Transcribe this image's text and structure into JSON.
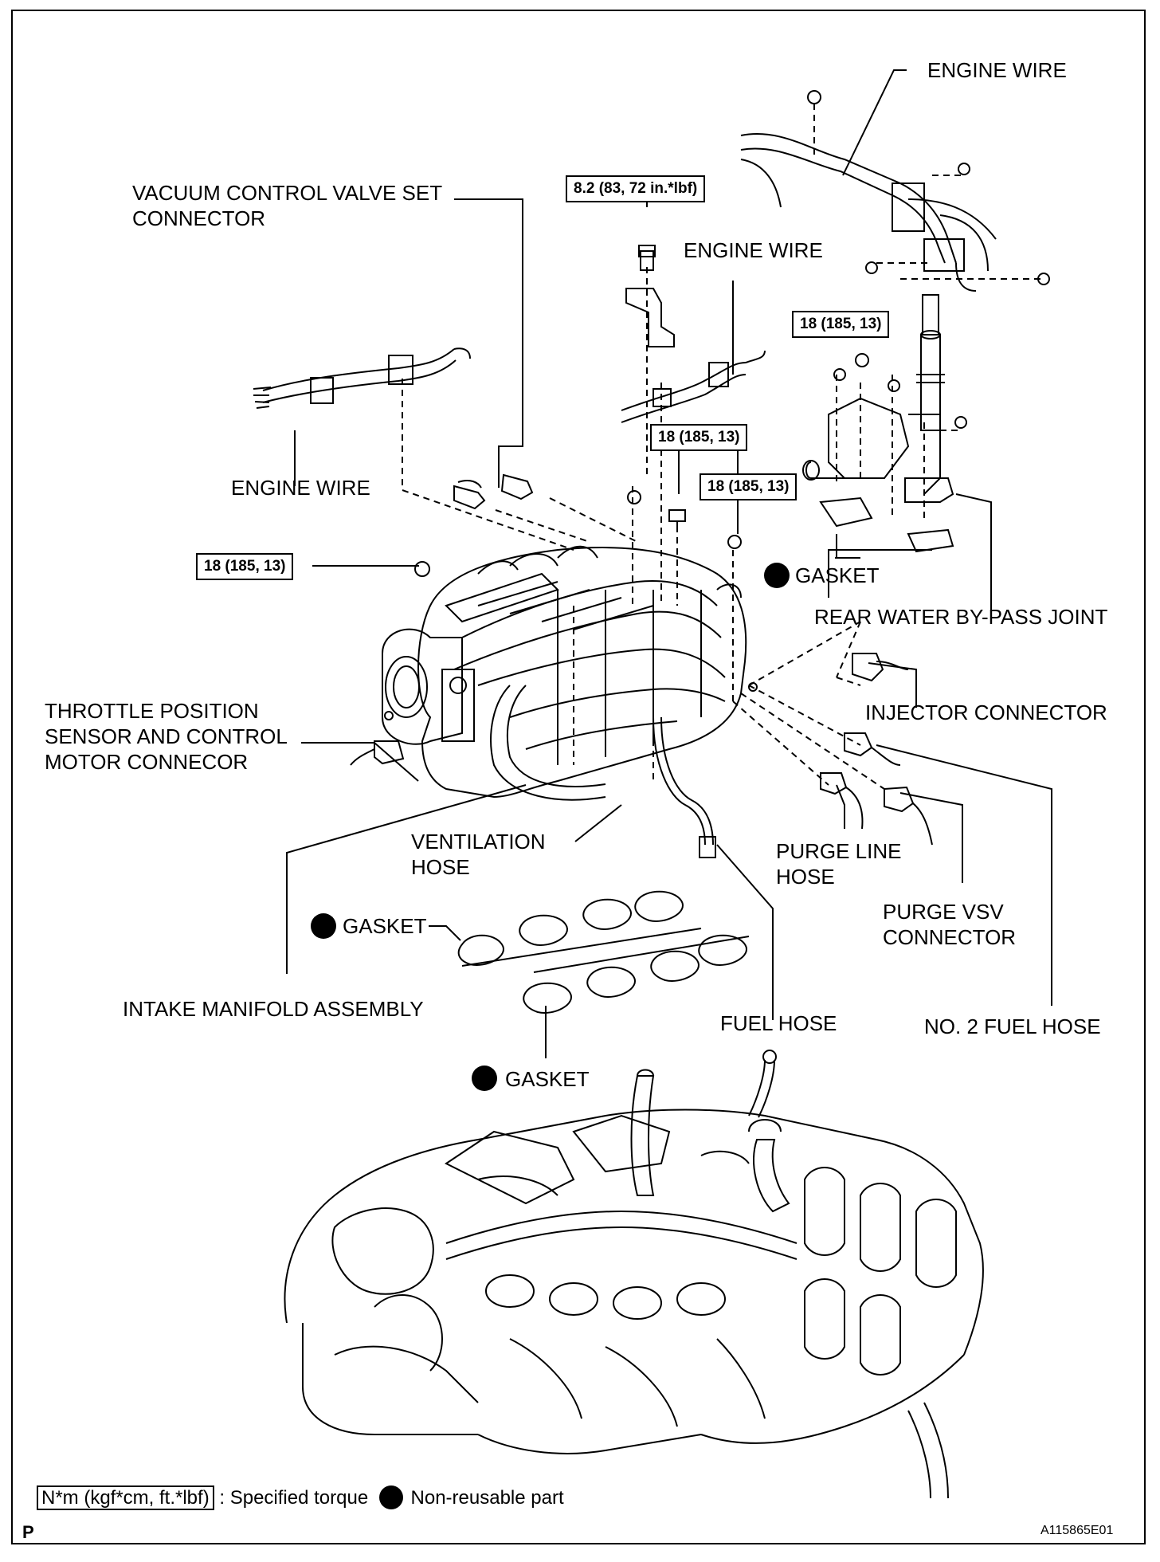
{
  "labels": {
    "engine_wire_top": "ENGINE WIRE",
    "engine_wire_mid": "ENGINE WIRE",
    "engine_wire_left": "ENGINE WIRE",
    "vacuum_valve_line1": "VACUUM CONTROL VALVE SET",
    "vacuum_valve_line2": "CONNECTOR",
    "gasket_water": "GASKET",
    "rear_water_bypass": "REAR WATER BY-PASS JOINT",
    "injector_connector": "INJECTOR CONNECTOR",
    "throttle_line1": "THROTTLE POSITION",
    "throttle_line2": "SENSOR AND CONTROL",
    "throttle_line3": "MOTOR CONNECOR",
    "ventilation_line1": "VENTILATION",
    "ventilation_line2": "HOSE",
    "purge_line_line1": "PURGE LINE",
    "purge_line_line2": "HOSE",
    "purge_vsv_line1": "PURGE VSV",
    "purge_vsv_line2": "CONNECTOR",
    "gasket_upper": "GASKET",
    "intake_manifold": "INTAKE MANIFOLD ASSEMBLY",
    "fuel_hose": "FUEL HOSE",
    "no2_fuel_hose": "NO. 2 FUEL HOSE",
    "gasket_lower": "GASKET"
  },
  "torques": {
    "t1": "8.2 (83, 72 in.*lbf)",
    "t2": "18 (185, 13)",
    "t3": "18 (185, 13)",
    "t4": "18 (185, 13)",
    "t5": "18 (185, 13)"
  },
  "legend": {
    "torque_unit": "N*m (kgf*cm, ft.*lbf)",
    "torque_text": ": Specified torque",
    "nonreusable_text": "Non-reusable part"
  },
  "footer": {
    "p_mark": "P",
    "figure_id": "A115865E01"
  }
}
